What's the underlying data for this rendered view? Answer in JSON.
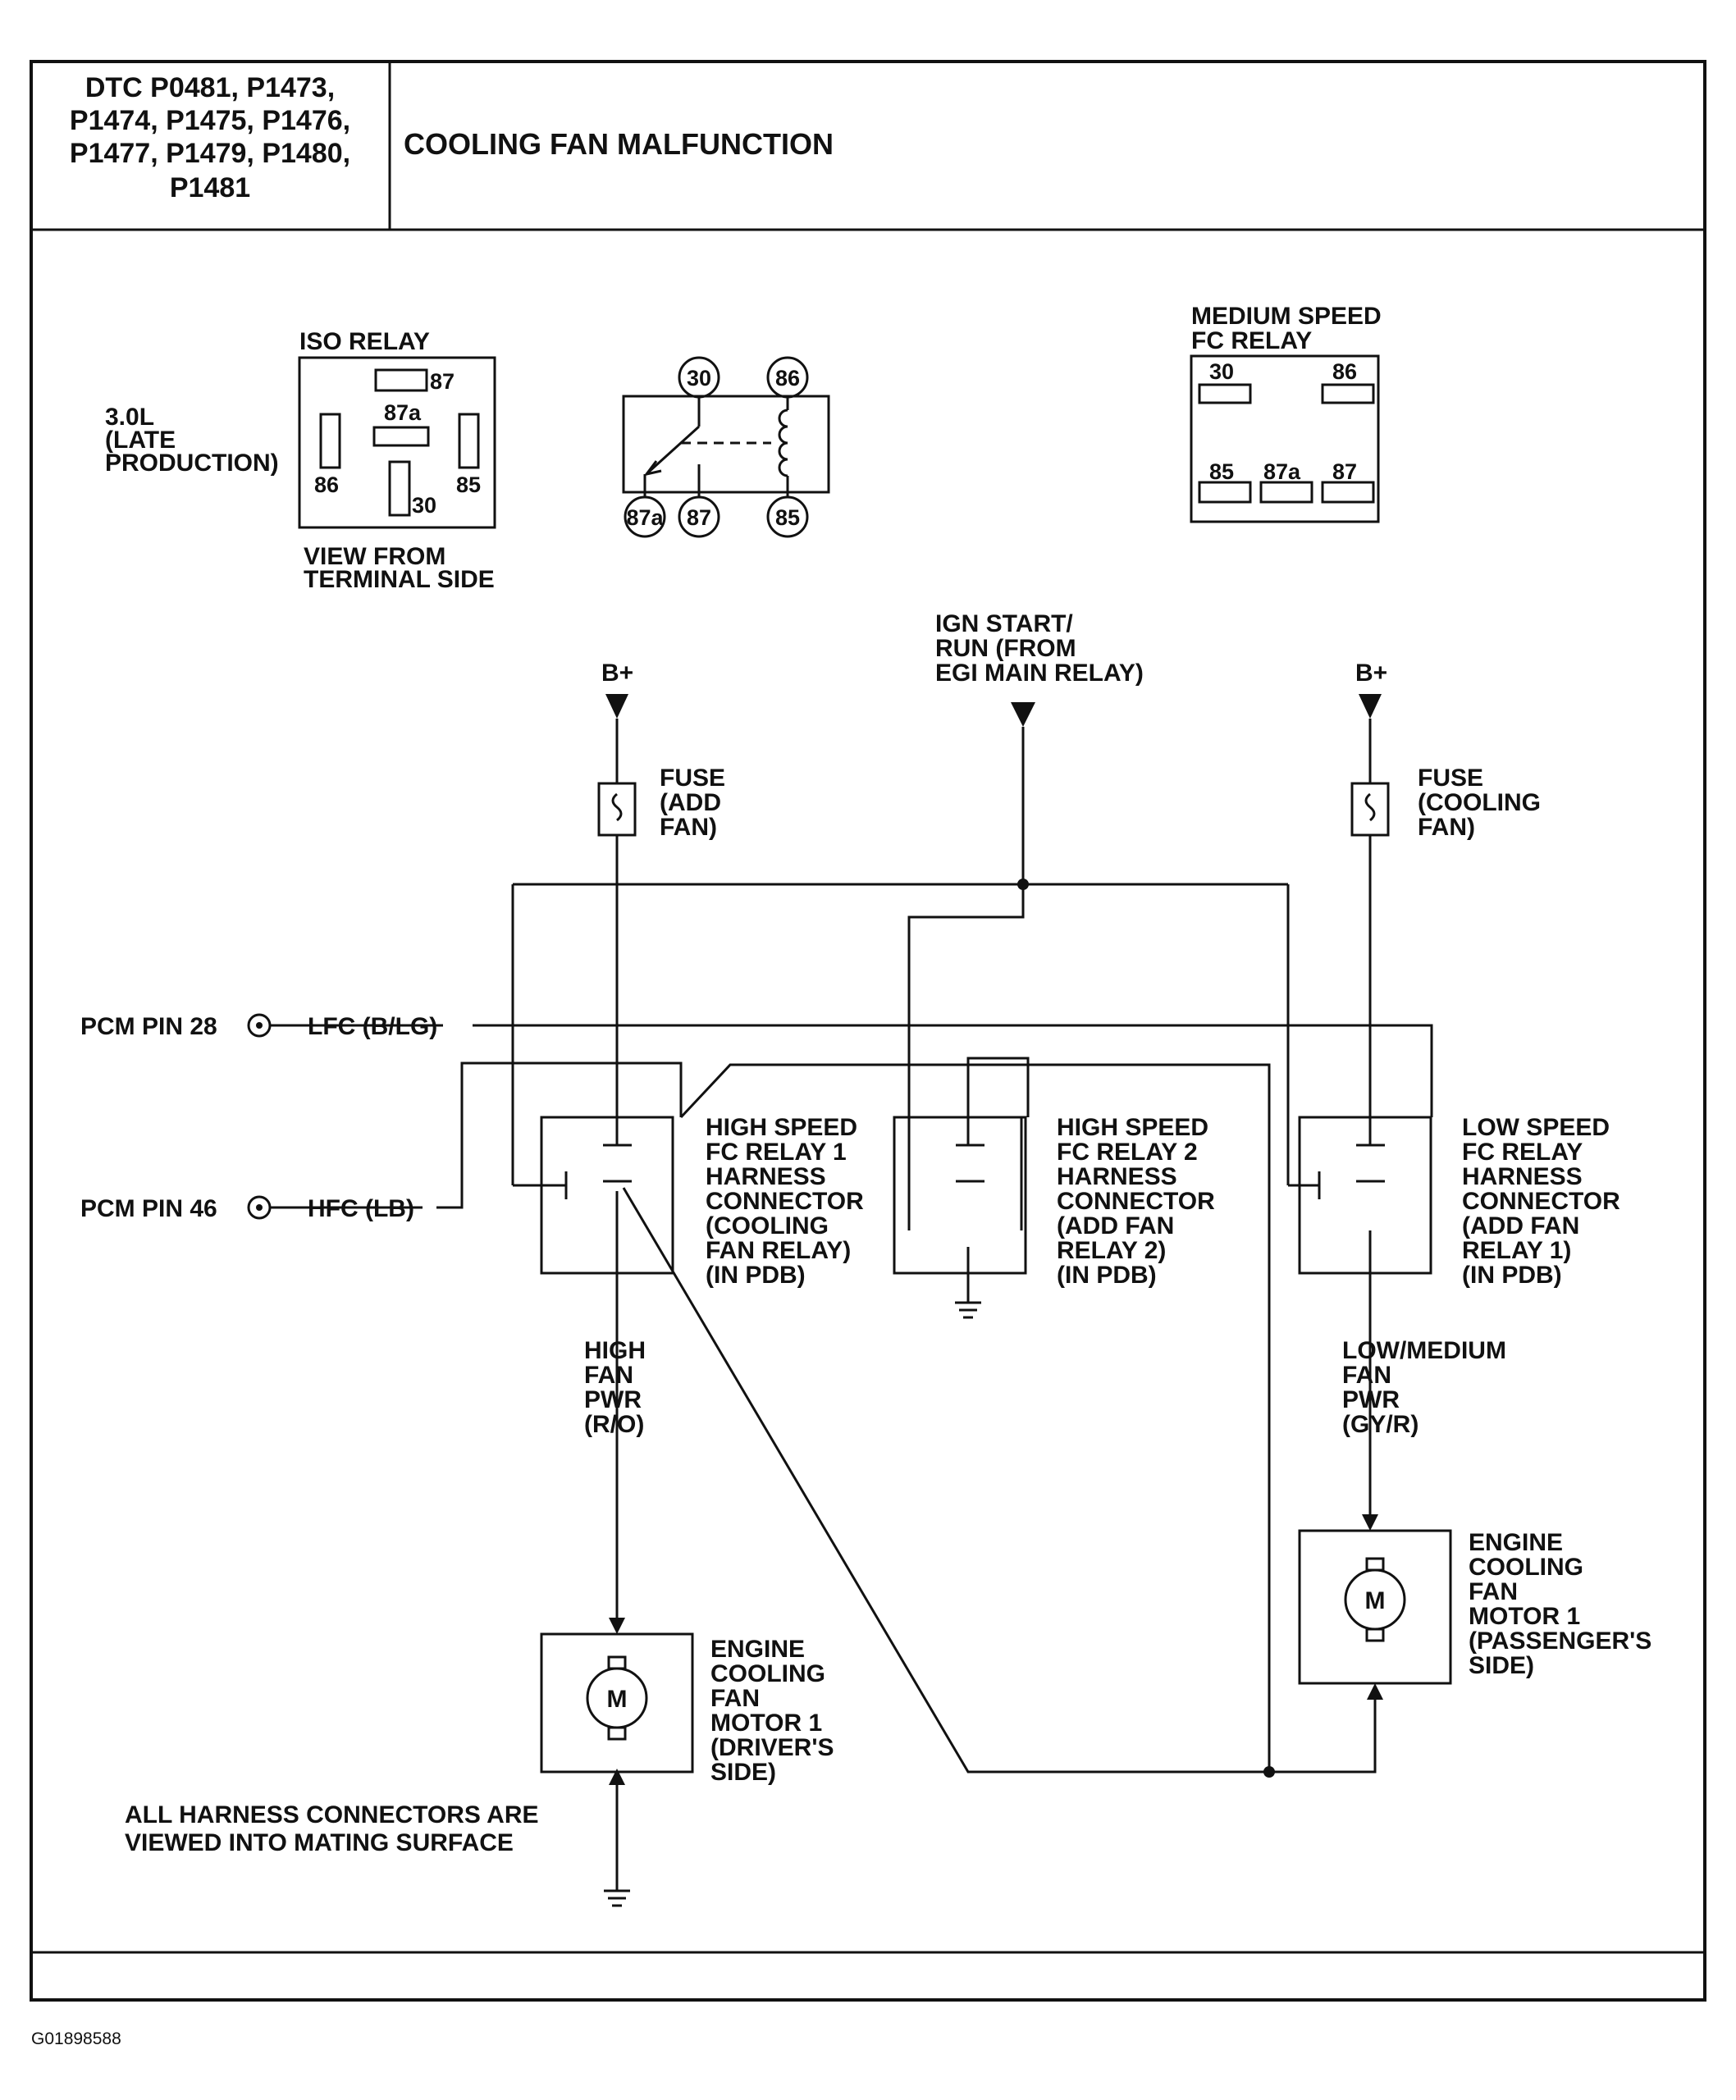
{
  "header": {
    "dtc_codes": [
      "DTC P0481, P1473,",
      "P1474, P1475, P1476,",
      "P1477, P1479, P1480,",
      "P1481"
    ],
    "title": "COOLING FAN MALFUNCTION"
  },
  "iso_relay": {
    "title": "ISO RELAY",
    "engine_note": [
      "3.0L",
      "(LATE",
      "PRODUCTION)"
    ],
    "view_note": [
      "VIEW FROM",
      "TERMINAL SIDE"
    ],
    "terminals": {
      "t87": "87",
      "t87a": "87a",
      "t86": "86",
      "t85": "85",
      "t30": "30"
    }
  },
  "relay_schematic": {
    "terminals": {
      "t30": "30",
      "t86": "86",
      "t87a": "87a",
      "t87": "87",
      "t85": "85"
    }
  },
  "medium_relay": {
    "title": [
      "MEDIUM SPEED",
      "FC RELAY"
    ],
    "terminals": {
      "t30": "30",
      "t86": "86",
      "t85": "85",
      "t87a": "87a",
      "t87": "87"
    }
  },
  "power": {
    "b_plus_left": "B+",
    "b_plus_right": "B+",
    "ign": [
      "IGN START/",
      "RUN (FROM",
      "EGI MAIN RELAY)"
    ],
    "fuse_left": [
      "FUSE",
      "(ADD",
      "FAN)"
    ],
    "fuse_right": [
      "FUSE",
      "(COOLING",
      "FAN)"
    ]
  },
  "pcm": {
    "lfc": {
      "pin": "PCM PIN 28",
      "signal": "LFC (B/LG)"
    },
    "hfc": {
      "pin": "PCM PIN 46",
      "signal": "HFC (LB)"
    }
  },
  "relays": {
    "high1": [
      "HIGH SPEED",
      "FC RELAY 1",
      "HARNESS",
      "CONNECTOR",
      "(COOLING",
      "FAN RELAY)",
      "(IN PDB)"
    ],
    "high2": [
      "HIGH SPEED",
      "FC RELAY 2",
      "HARNESS",
      "CONNECTOR",
      "(ADD FAN",
      "RELAY 2)",
      "(IN PDB)"
    ],
    "low": [
      "LOW SPEED",
      "FC RELAY",
      "HARNESS",
      "CONNECTOR",
      "(ADD FAN",
      "RELAY 1)",
      "(IN PDB)"
    ]
  },
  "wires": {
    "high_pwr": [
      "HIGH",
      "FAN",
      "PWR",
      "(R/O)"
    ],
    "low_pwr": [
      "LOW/MEDIUM",
      "FAN",
      "PWR",
      "(GY/R)"
    ]
  },
  "motors": {
    "driver": {
      "symbol": "M",
      "label": [
        "ENGINE",
        "COOLING",
        "FAN",
        "MOTOR 1",
        "(DRIVER'S",
        "SIDE)"
      ]
    },
    "passenger": {
      "symbol": "M",
      "label": [
        "ENGINE",
        "COOLING",
        "FAN",
        "MOTOR 1",
        "(PASSENGER'S",
        "SIDE)"
      ]
    }
  },
  "notes": {
    "harness": [
      "ALL HARNESS CONNECTORS ARE",
      "VIEWED INTO MATING SURFACE"
    ],
    "figure_id": "G01898588"
  }
}
